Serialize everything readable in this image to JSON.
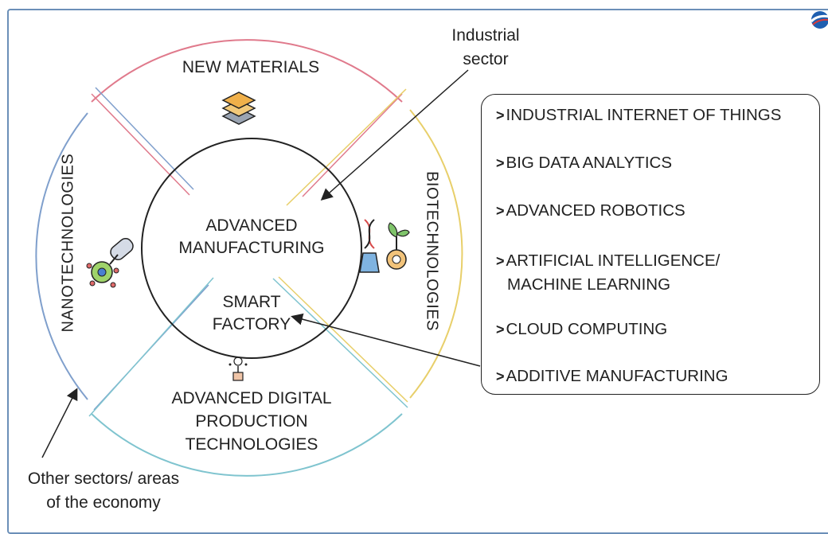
{
  "sectors": {
    "top": "NEW MATERIALS",
    "left": "NANOTECHNOLOGIES",
    "right": "BIOTECHNOLOGIES",
    "bottom_line1": "ADVANCED DIGITAL",
    "bottom_line2": "PRODUCTION",
    "bottom_line3": "TECHNOLOGIES"
  },
  "center": {
    "line1": "ADVANCED",
    "line2": "MANUFACTURING",
    "sub_line1": "SMART",
    "sub_line2": "FACTORY"
  },
  "annotations": {
    "industrial_line1": "Industrial",
    "industrial_line2": "sector",
    "other_line1": "Other sectors/ areas",
    "other_line2": "of the economy"
  },
  "technologies": {
    "marker": ">",
    "items": [
      {
        "line1": "INDUSTRIAL INTERNET OF THINGS"
      },
      {
        "line1": "BIG DATA ANALYTICS"
      },
      {
        "line1": "ADVANCED ROBOTICS"
      },
      {
        "line1": "ARTIFICIAL INTELLIGENCE/",
        "line2": "MACHINE LEARNING"
      },
      {
        "line1": "CLOUD COMPUTING"
      },
      {
        "line1": "ADDITIVE MANUFACTURING"
      }
    ]
  },
  "colors": {
    "top_arc": "#e07a8c",
    "left_arc": "#7f9fcc",
    "right_arc": "#e8cf6a",
    "bottom_arc": "#7fc4cf",
    "frame": "#6b8fb8"
  },
  "icons": {
    "top": "layers-icon",
    "left": "nanobot-icon",
    "right": "dna-plant-gear-icon",
    "bottom": "touch-tech-icon",
    "logo": "brand-logo-icon"
  }
}
